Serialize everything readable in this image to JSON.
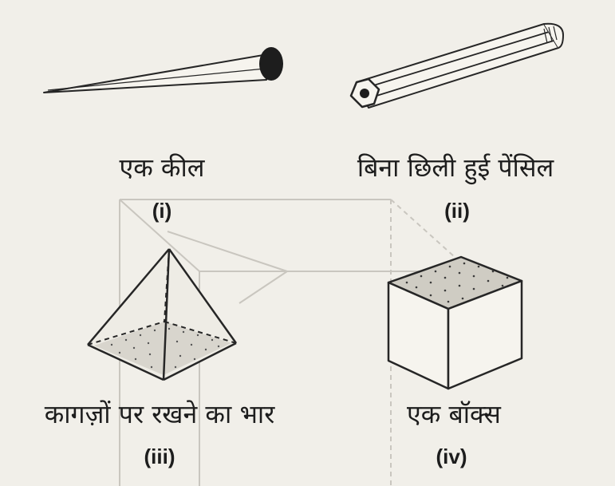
{
  "figures": [
    {
      "caption": "एक कील",
      "label": "(i)"
    },
    {
      "caption": "बिना छिली हुई पेंसिल",
      "label": "(ii)"
    },
    {
      "caption": "कागज़ों पर रखने का भार",
      "label": "(iii)"
    },
    {
      "caption": "एक बॉक्स",
      "label": "(iv)"
    }
  ]
}
